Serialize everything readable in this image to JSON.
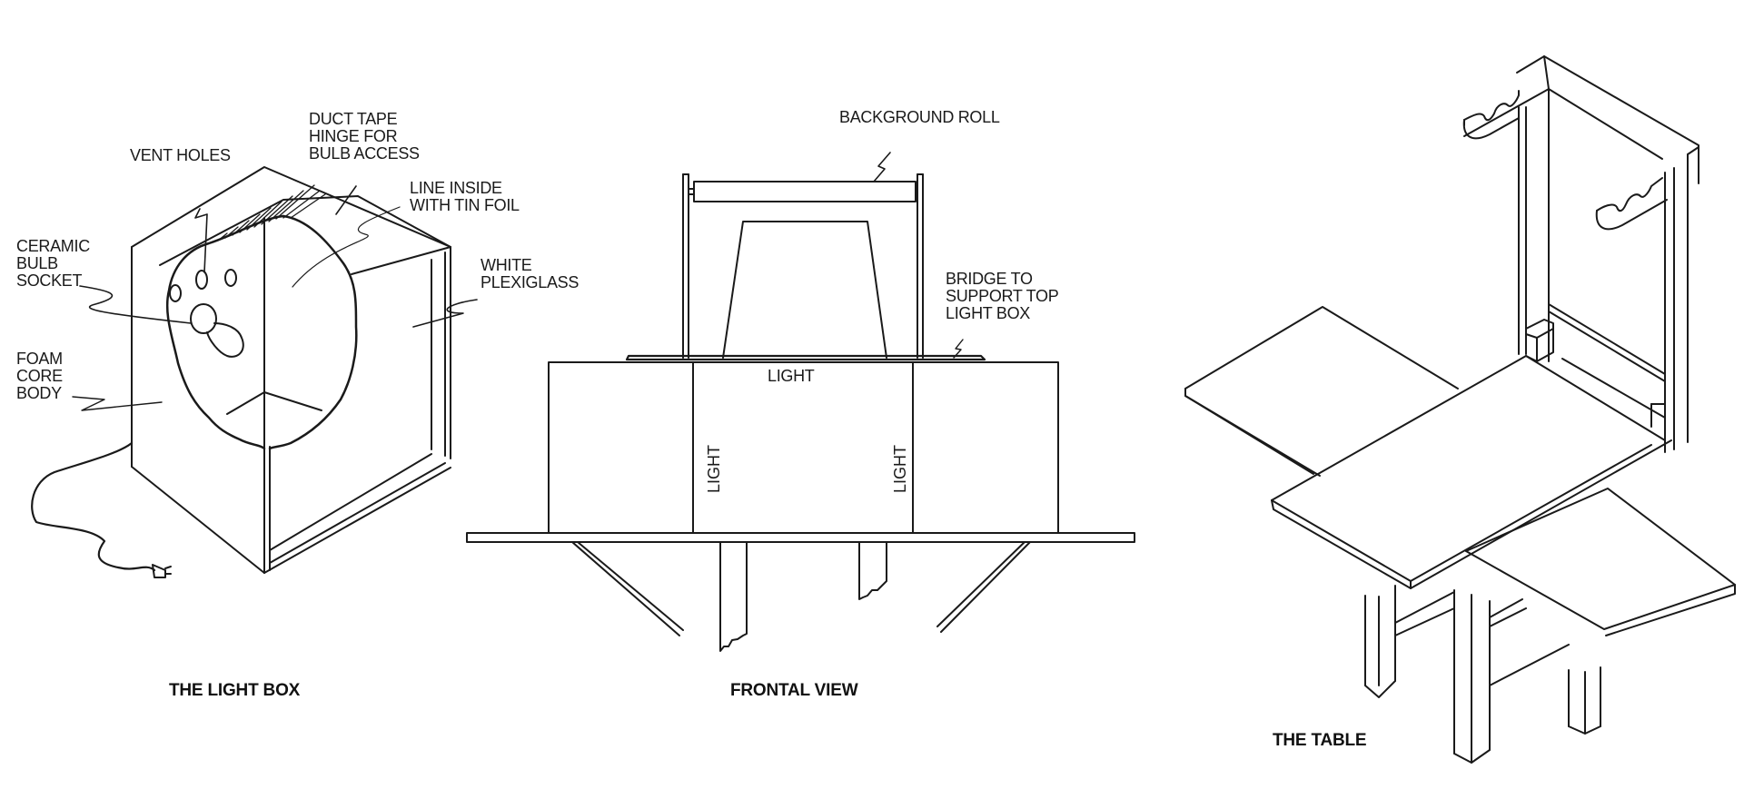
{
  "figures": [
    {
      "caption": "THE LIGHT BOX",
      "labels": {
        "vent_holes": "VENT HOLES",
        "duct_tape": "DUCT TAPE\nHINGE FOR\nBULB ACCESS",
        "line_inside": "LINE INSIDE\nWITH TIN FOIL",
        "ceramic": "CERAMIC\nBULB\nSOCKET",
        "white_plexiglass": "WHITE\nPLEXIGLASS",
        "foam_core": "FOAM\nCORE\nBODY"
      }
    },
    {
      "caption": "FRONTAL VIEW",
      "labels": {
        "background_roll": "BACKGROUND ROLL",
        "bridge": "BRIDGE TO\nSUPPORT TOP\nLIGHT BOX",
        "light_top": "LIGHT",
        "light_left": "LIGHT",
        "light_right": "LIGHT"
      }
    },
    {
      "caption": "THE TABLE",
      "labels": {}
    }
  ],
  "colors": {
    "ink": "#1a1a1a",
    "paper": "#ffffff"
  }
}
